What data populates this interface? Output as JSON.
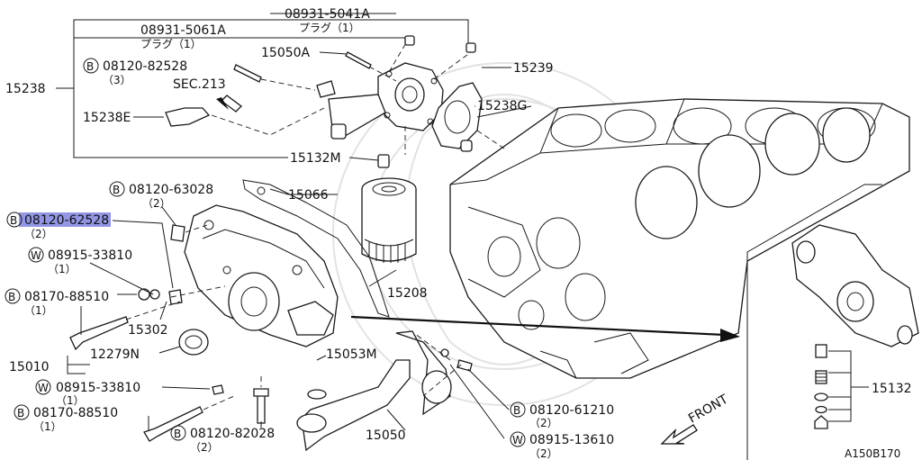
{
  "figure_code": "A150B170",
  "front_label": "FRONT",
  "labels": {
    "l_08931_5041A": "08931-5041A",
    "l_plug_a": "プラグ（1）",
    "l_08931_5061A": "08931-5061A",
    "l_plug_b": "プラグ（1）",
    "l_15050A": "15050A",
    "l_15239": "15239",
    "l_08120_82528": "08120-82528",
    "l_08120_82528_qty": "（3）",
    "l_sec213": "SEC.213",
    "l_15238": "15238",
    "l_15238E": "15238E",
    "l_15238G": "15238G",
    "l_15132M": "15132M",
    "l_08120_63028": "08120-63028",
    "l_08120_63028_qty": "（2）",
    "l_15066": "15066",
    "l_08120_62528": "08120-62528",
    "l_08120_62528_qty": "（2）",
    "l_08915_33810a": "08915-33810",
    "l_08915_33810a_qty": "（1）",
    "l_08170_88510a": "08170-88510",
    "l_08170_88510a_qty": "（1）",
    "l_15208": "15208",
    "l_15302": "15302",
    "l_12279N": "12279N",
    "l_15010": "15010",
    "l_15053M": "15053M",
    "l_08915_33810b": "08915-33810",
    "l_08915_33810b_qty": "（1）",
    "l_08170_88510b": "08170-88510",
    "l_08170_88510b_qty": "（1）",
    "l_08120_82028": "08120-82028",
    "l_08120_82028_qty": "（2）",
    "l_15050": "15050",
    "l_08120_61210": "08120-61210",
    "l_08120_61210_qty": "（2）",
    "l_08915_13610": "08915-13610",
    "l_08915_13610_qty": "（2）",
    "l_15132": "15132"
  },
  "colors": {
    "highlight": "#7f84e0",
    "line": "#1a1a1a",
    "watermark": "#e2e2e2"
  }
}
